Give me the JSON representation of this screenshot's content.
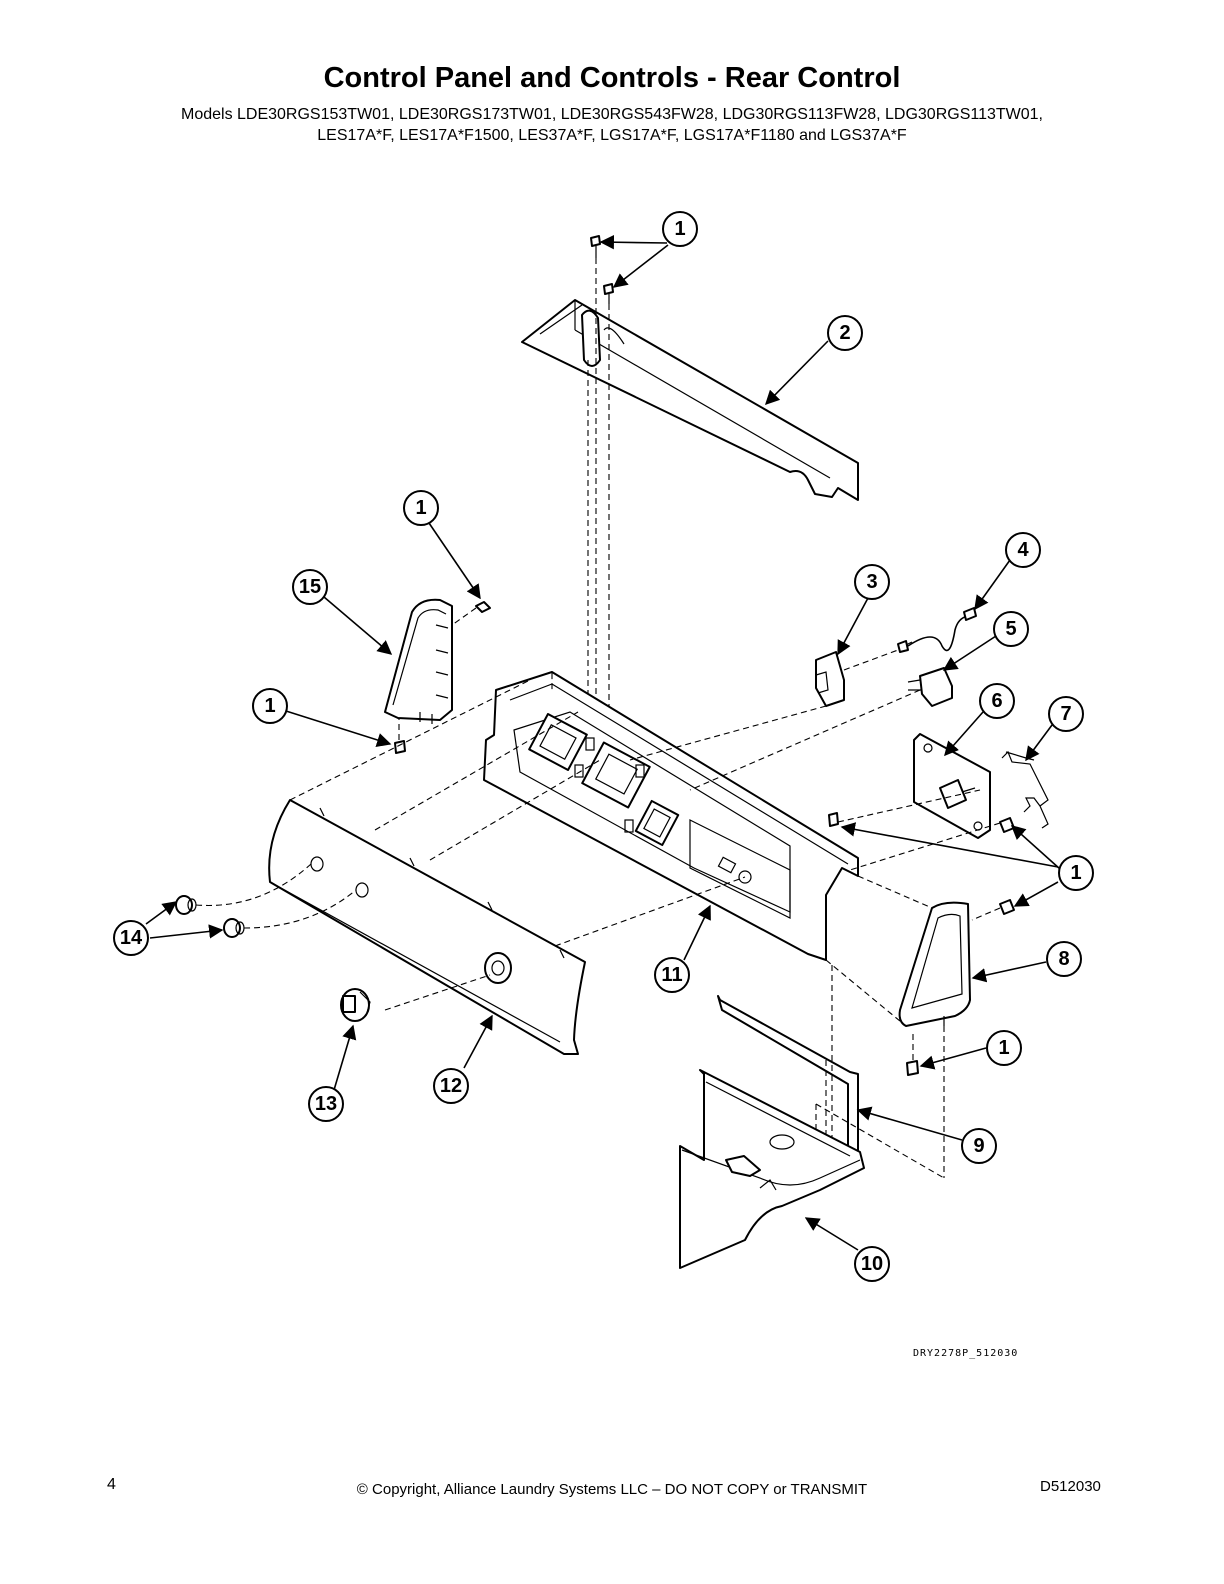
{
  "header": {
    "title": "Control Panel and Controls - Rear Control",
    "models_line1": "Models LDE30RGS153TW01, LDE30RGS173TW01, LDE30RGS543FW28, LDG30RGS113FW28, LDG30RGS113TW01,",
    "models_line2": "LES17A*F, LES17A*F1500, LES37A*F, LGS17A*F, LGS17A*F1180 and LGS37A*F"
  },
  "diagram": {
    "callouts": [
      {
        "id": "c-1a",
        "label": "1"
      },
      {
        "id": "c-2",
        "label": "2"
      },
      {
        "id": "c-1b",
        "label": "1"
      },
      {
        "id": "c-15",
        "label": "15"
      },
      {
        "id": "c-1c",
        "label": "1"
      },
      {
        "id": "c-3",
        "label": "3"
      },
      {
        "id": "c-4",
        "label": "4"
      },
      {
        "id": "c-5",
        "label": "5"
      },
      {
        "id": "c-6",
        "label": "6"
      },
      {
        "id": "c-7",
        "label": "7"
      },
      {
        "id": "c-1d",
        "label": "1"
      },
      {
        "id": "c-8",
        "label": "8"
      },
      {
        "id": "c-1e",
        "label": "1"
      },
      {
        "id": "c-9",
        "label": "9"
      },
      {
        "id": "c-10",
        "label": "10"
      },
      {
        "id": "c-11",
        "label": "11"
      },
      {
        "id": "c-12",
        "label": "12"
      },
      {
        "id": "c-13",
        "label": "13"
      },
      {
        "id": "c-14",
        "label": "14"
      }
    ],
    "drawing_code": "DRY2278P_512030"
  },
  "footer": {
    "page_number": "4",
    "copyright": "© Copyright, Alliance Laundry Systems LLC – DO NOT COPY or TRANSMIT",
    "document_id": "D512030"
  }
}
